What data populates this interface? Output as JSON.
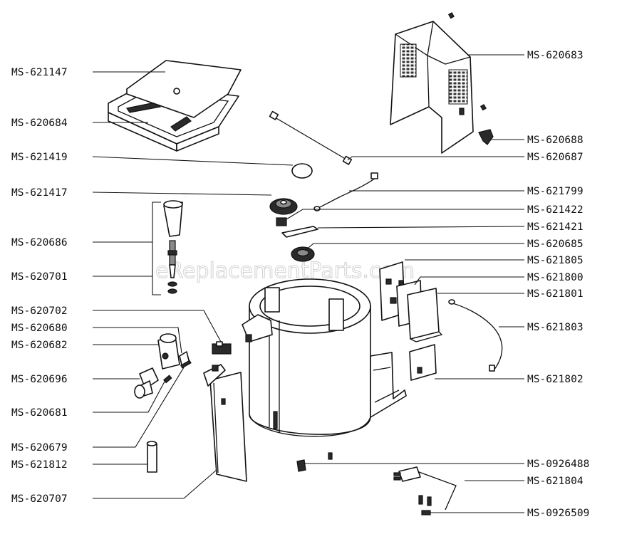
{
  "watermark": "eReplacementParts.com",
  "labels_left": [
    "MS-621147",
    "MS-620684",
    "MS-621419",
    "MS-621417",
    "MS-620686",
    "MS-620701",
    "MS-620702",
    "MS-620680",
    "MS-620682",
    "MS-620696",
    "MS-620681",
    "MS-620679",
    "MS-621812",
    "MS-620707"
  ],
  "labels_right": [
    "MS-620683",
    "MS-620688",
    "MS-620687",
    "MS-621799",
    "MS-621422",
    "MS-621421",
    "MS-620685",
    "MS-621805",
    "MS-621800",
    "MS-621801",
    "MS-621803",
    "MS-621802",
    "MS-0926488",
    "MS-621804",
    "MS-0926509"
  ]
}
